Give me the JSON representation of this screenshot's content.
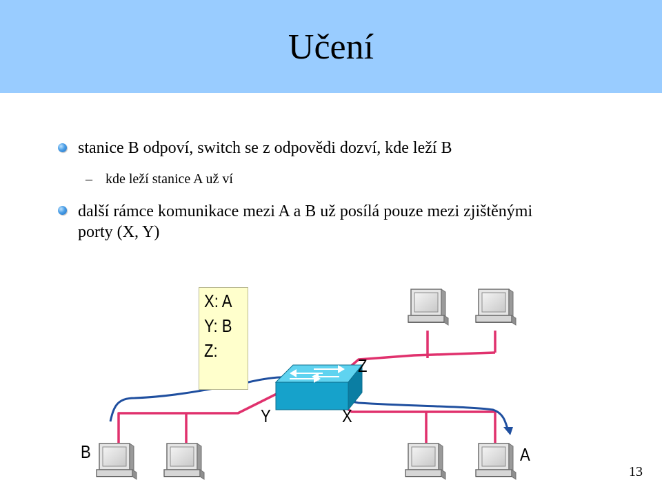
{
  "title": "Učení",
  "bullets": [
    {
      "text": "stanice B odpoví, switch se z odpovědi dozví, kde leží B",
      "sub": "kde leží stanice A už ví"
    },
    {
      "text": "další rámce komunikace mezi A a B už posílá pouze mezi zjištěnými porty (X, Y)"
    }
  ],
  "sub_marker": "–",
  "table": [
    "X: A",
    "Y: B",
    "Z:"
  ],
  "labels": {
    "port_x": "X",
    "port_y": "Y",
    "port_z": "Z",
    "station_a": "A",
    "station_b": "B"
  },
  "page_number": "13",
  "colors": {
    "header_bg": "#99ccff",
    "network_line": "#e0316d",
    "path_arrow": "#1f4f9f",
    "table_bg": "#ffffcc",
    "switch": "#1fa3c9"
  }
}
